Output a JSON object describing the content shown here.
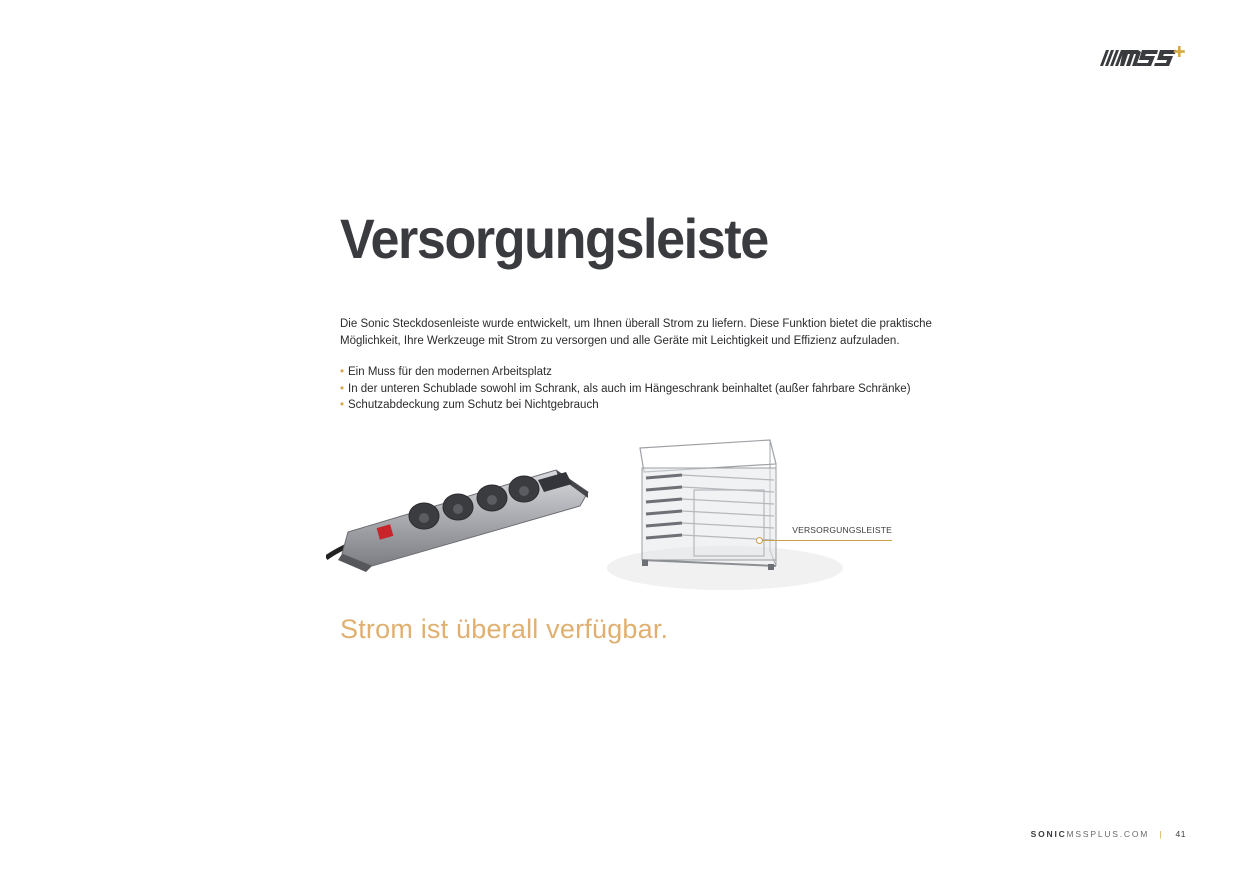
{
  "brand": {
    "logo_text": "MSS+",
    "accent_color": "#d8a64a"
  },
  "page": {
    "title": "Versorgungsleiste",
    "intro": "Die Sonic Steckdosenleiste wurde entwickelt, um Ihnen überall Strom zu liefern. Diese Funktion bietet die praktische Möglichkeit, Ihre Werkzeuge mit Strom zu versorgen und alle Geräte mit Leichtigkeit und Effizienz aufzuladen.",
    "bullets": [
      "Ein Muss für den modernen Arbeitsplatz",
      "In der unteren Schublade sowohl im Schrank, als auch im Hängeschrank beinhaltet (außer fahrbare Schränke)",
      "Schutzabdeckung zum Schutz bei Nichtgebrauch"
    ],
    "callout_label": "VERSORGUNGSLEISTE",
    "tagline": "Strom ist überall verfügbar."
  },
  "images": {
    "strip_icon": "power-strip-image",
    "cabinet_icon": "cabinet-image"
  },
  "footer": {
    "site_bold": "SONIC",
    "site_rest": "MSSPLUS.COM",
    "separator": "|",
    "page_number": "41"
  }
}
